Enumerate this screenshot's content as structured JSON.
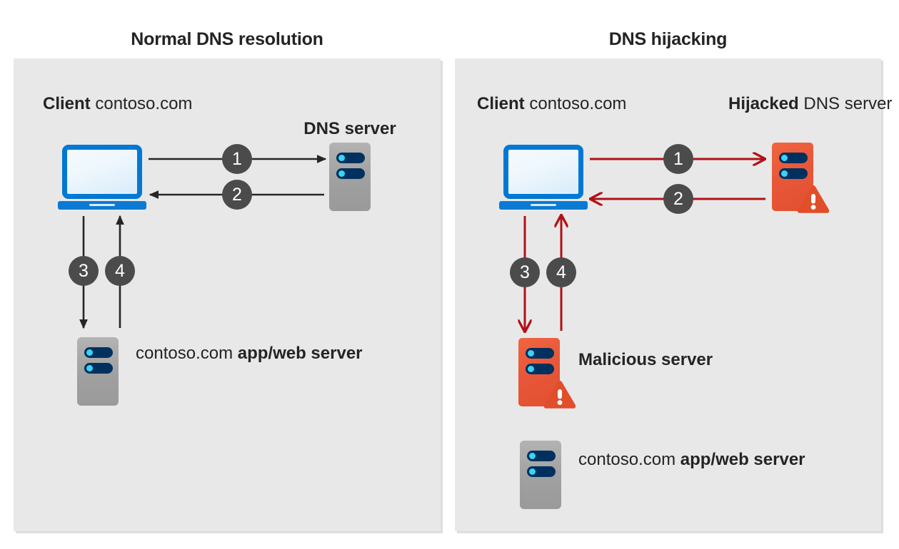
{
  "diagram": {
    "title_left": "Normal DNS resolution",
    "title_right": "DNS hijacking",
    "colors": {
      "panel_bg": "#e8e8e8",
      "page_bg": "#ffffff",
      "text": "#242424",
      "step_badge": "#4b4b4b",
      "arrow_normal": "#262626",
      "arrow_malicious": "#b01116",
      "laptop_blue": "#0078d4",
      "server_gray": "#a0a0a0",
      "server_red": "#e8573a",
      "server_slot": "#00305e",
      "server_led": "#3ad3f5",
      "warning_orange": "#e04e2a"
    }
  },
  "left_panel": {
    "client": {
      "title": "Client",
      "subtitle": "contoso.com",
      "icon": "laptop-icon"
    },
    "dns_server": {
      "title": "DNS server",
      "icon": "server-icon"
    },
    "app_web_server": {
      "line1": "contoso.com",
      "line2": "app/web server",
      "icon": "server-icon"
    },
    "steps": [
      {
        "number": "1",
        "direction": "client-to-dns-server"
      },
      {
        "number": "2",
        "direction": "dns-server-to-client"
      },
      {
        "number": "3",
        "direction": "client-to-app-web-server"
      },
      {
        "number": "4",
        "direction": "app-web-server-to-client"
      }
    ]
  },
  "right_panel": {
    "client": {
      "title": "Client",
      "subtitle": "contoso.com",
      "icon": "laptop-icon"
    },
    "hijacked_dns_server": {
      "title": "Hijacked",
      "subtitle": "DNS server",
      "icon": "server-warning-icon"
    },
    "malicious_server": {
      "label": "Malicious server",
      "icon": "server-warning-icon"
    },
    "app_web_server": {
      "line1": "contoso.com",
      "line2": "app/web server",
      "icon": "server-icon"
    },
    "steps": [
      {
        "number": "1",
        "direction": "client-to-hijacked-dns-server"
      },
      {
        "number": "2",
        "direction": "hijacked-dns-server-to-client"
      },
      {
        "number": "3",
        "direction": "client-to-malicious-server"
      },
      {
        "number": "4",
        "direction": "malicious-server-to-client"
      }
    ]
  }
}
